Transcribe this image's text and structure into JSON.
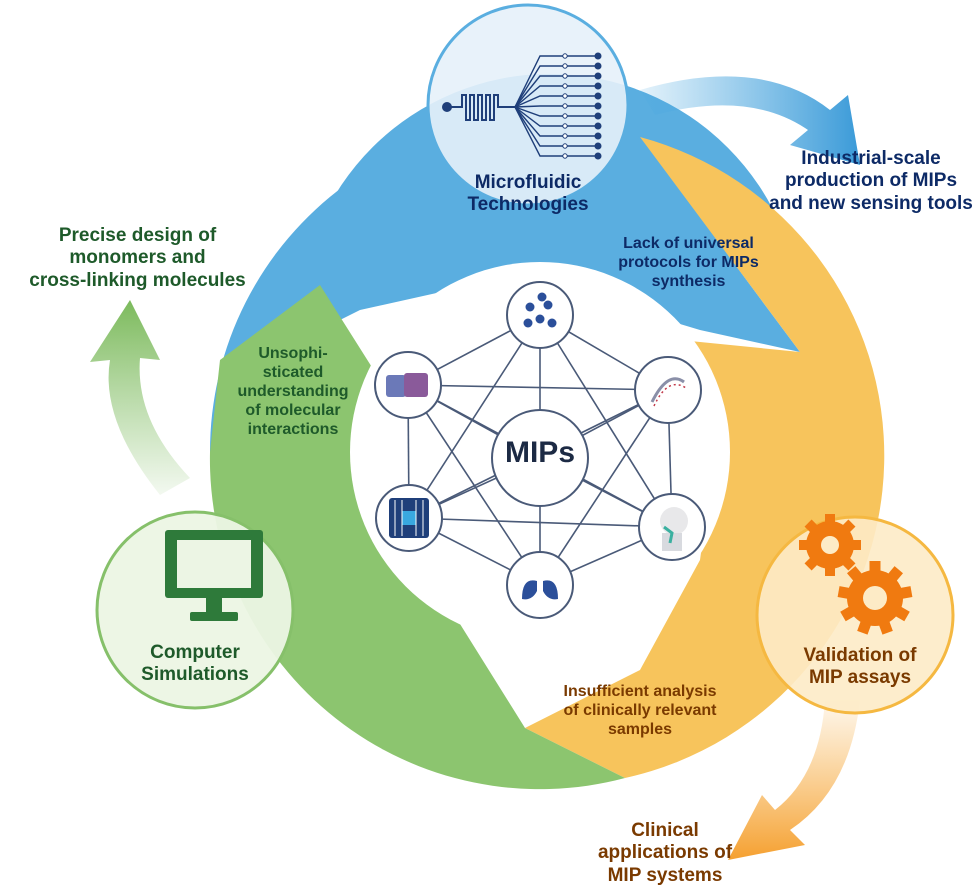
{
  "center": {
    "label": "MIPs"
  },
  "nodes": [
    {
      "name": "microfluidic",
      "lines": [
        "Microfluidic",
        "Technologies"
      ],
      "icon": "microfluidic-chip-icon",
      "color": "#5aaee0"
    },
    {
      "name": "validation",
      "lines": [
        "Validation of",
        "MIP assays"
      ],
      "icon": "gears-icon",
      "color": "#f5b841"
    },
    {
      "name": "computer",
      "lines": [
        "Computer",
        "Simulations"
      ],
      "icon": "computer-monitor-icon",
      "color": "#86c06a"
    }
  ],
  "challenges": [
    {
      "name": "universal-protocols",
      "lines": [
        "Lack of universal",
        "protocols for MIPs",
        "synthesis"
      ]
    },
    {
      "name": "clinical-samples",
      "lines": [
        "Insufficient analysis",
        "of clinically relevant",
        "samples"
      ]
    },
    {
      "name": "molecular-interactions",
      "lines": [
        "Unsophi-",
        "sticated",
        "understanding",
        "of molecular",
        "interactions"
      ]
    }
  ],
  "outcomes": [
    {
      "name": "industrial-scale",
      "lines": [
        "Industrial-scale",
        "production of MIPs",
        "and new sensing tools"
      ]
    },
    {
      "name": "clinical-applications",
      "lines": [
        "Clinical",
        "applications of",
        "MIP systems"
      ]
    },
    {
      "name": "precise-design",
      "lines": [
        "Precise design of",
        "monomers and",
        "cross-linking molecules"
      ]
    }
  ],
  "satellites": [
    {
      "name": "virus",
      "icon": "virus-particles-icon"
    },
    {
      "name": "dna",
      "icon": "dna-strand-icon"
    },
    {
      "name": "patient",
      "icon": "patient-oxygen-mask-icon"
    },
    {
      "name": "lungs",
      "icon": "lungs-icon"
    },
    {
      "name": "circuit",
      "icon": "circuit-chip-icon"
    },
    {
      "name": "molecule",
      "icon": "puzzle-molecule-icon"
    }
  ],
  "colors": {
    "blue": "#5aaee0",
    "yellow": "#f7c45c",
    "green": "#8cc56f",
    "outcome_green": "#1e5a2a",
    "outcome_blue": "#0d2a66",
    "outcome_brown": "#7a3a00",
    "network_line": "#4a5a78"
  }
}
